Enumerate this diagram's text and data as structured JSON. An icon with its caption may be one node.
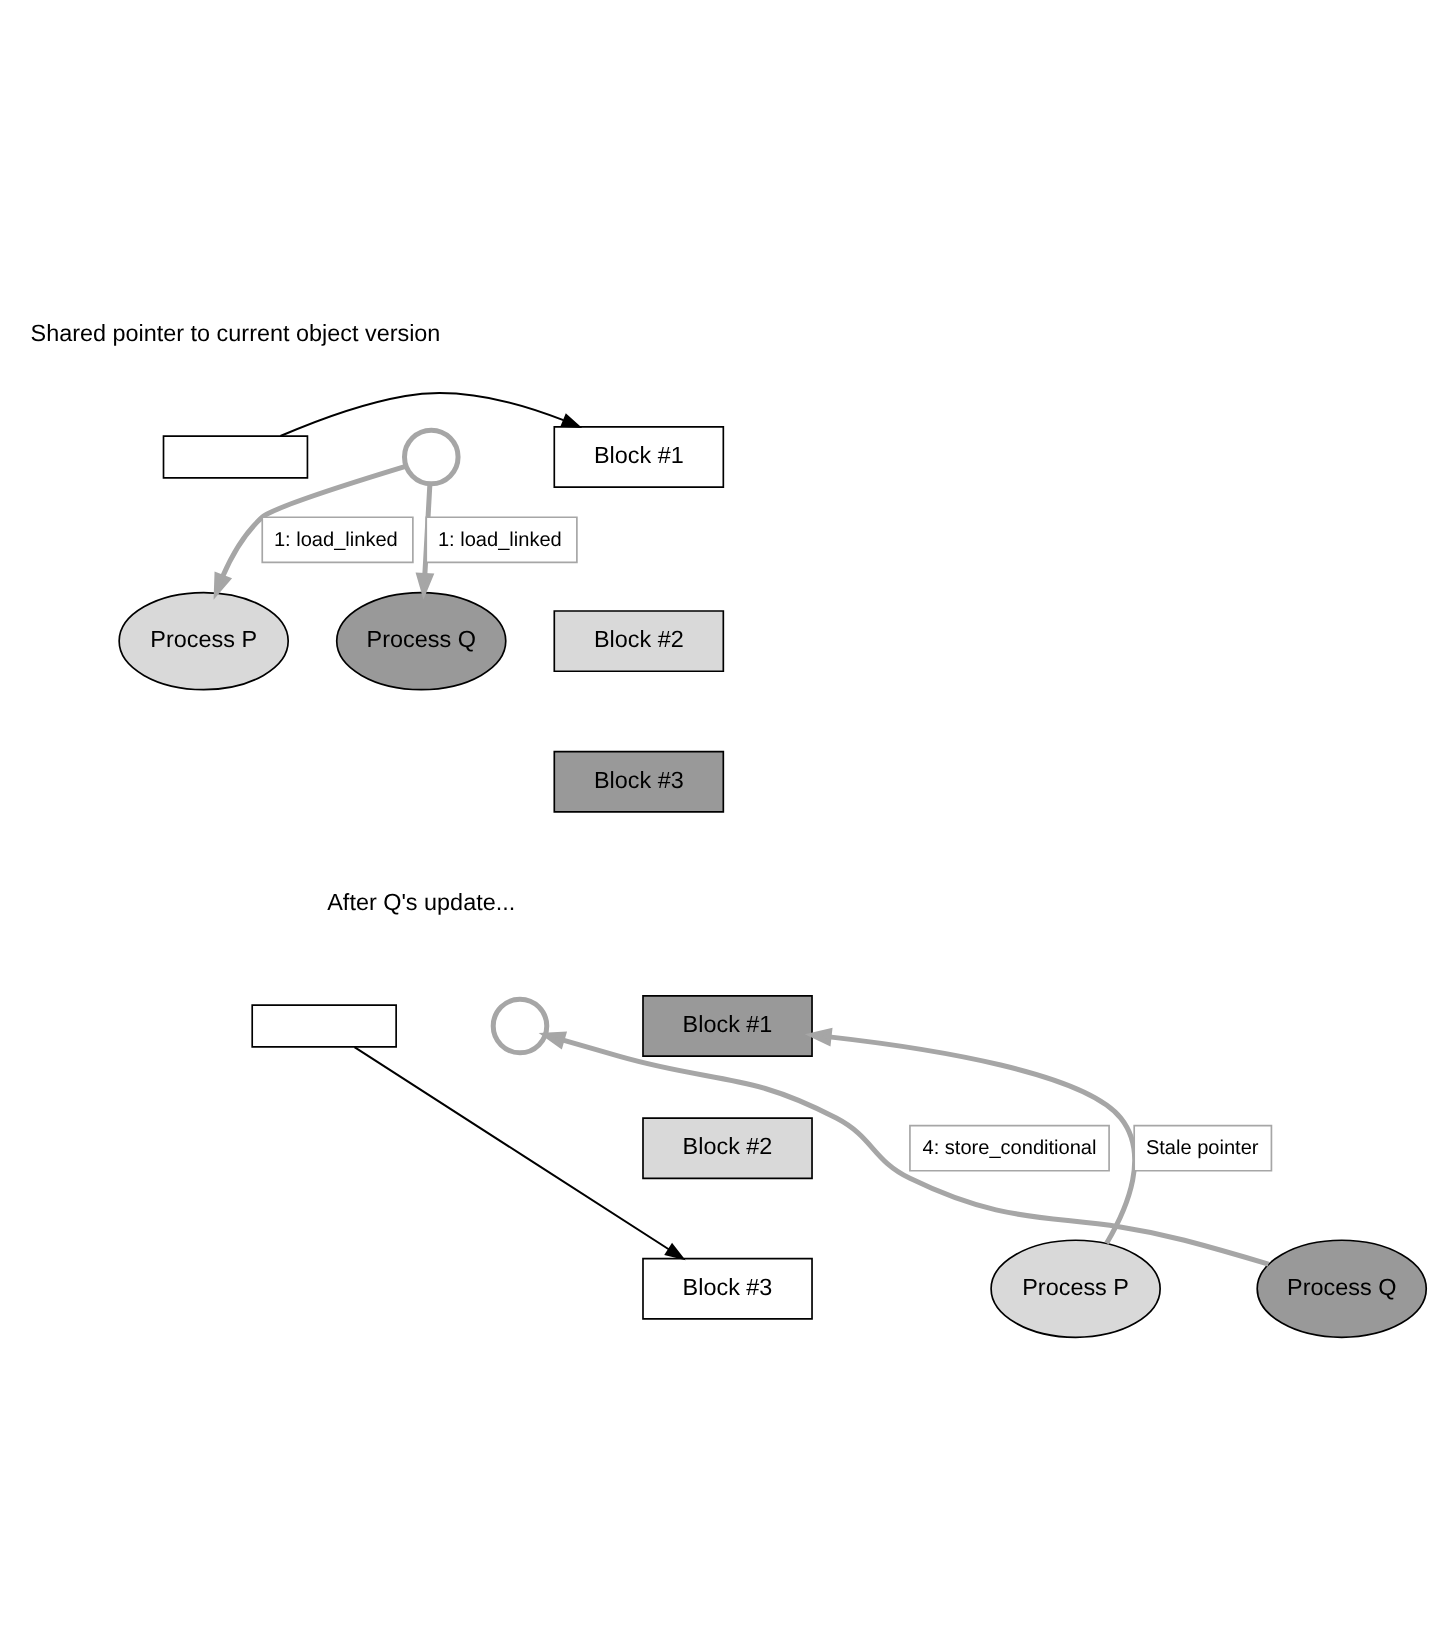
{
  "diagram": {
    "nodes": [
      {
        "text": [],
        "shape": "box",
        "beside": [
          "Shared pointer to current object version"
        ]
      },
      {
        "text": [],
        "shape": "circle"
      },
      {
        "text": [
          "Block #1"
        ]
      },
      {
        "text": [
          "Block #2"
        ]
      },
      {
        "text": [
          "Block #3"
        ]
      },
      {
        "text": [
          "Process P"
        ]
      },
      {
        "text": [
          "Process Q"
        ]
      },
      {
        "text": [],
        "shape": "box"
      },
      {
        "text": [],
        "shape": "circle"
      },
      {
        "text": [
          "Block #1"
        ]
      },
      {
        "text": [
          "Block #2"
        ]
      },
      {
        "text": [
          "Block #3"
        ]
      },
      {
        "text": [
          "Process P"
        ]
      },
      {
        "text": [
          "Process Q"
        ]
      }
    ],
    "edges": [
      {
        "from": 0,
        "to": 2,
        "arrow": "to",
        "color": "#000000"
      },
      {
        "from": 1,
        "to": 5,
        "arrow": "to",
        "label": "1: load_linked"
      },
      {
        "from": 1,
        "to": 6,
        "arrow": "to",
        "label": "1: load_linked"
      },
      {
        "from": 12,
        "to": 9,
        "arrow": "to",
        "label": "Stale pointer"
      },
      {
        "from": 13,
        "to": 8,
        "arrow": "to",
        "label": "4: store_conditional"
      },
      {
        "from": 7,
        "to": 11,
        "arrow": "to",
        "color": "#000000"
      }
    ],
    "labels": [
      "After Q's update..."
    ]
  }
}
